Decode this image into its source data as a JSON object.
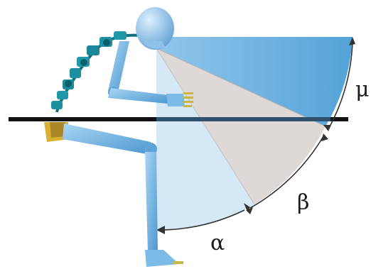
{
  "diagram": {
    "labels": {
      "mu": "μ",
      "beta": "β",
      "alpha": "α"
    },
    "colors": {
      "zone_mu": "#5aa9dc",
      "zone_beta": "#d9d4d2",
      "zone_alpha": "#c9e2f2",
      "figure_body": "#6fb0e0",
      "figure_spine": "#1f8fa0",
      "table_line": "#111111",
      "arc_line": "#333333",
      "hand_accent": "#c8b840",
      "hip_accent": "#d9b030"
    }
  }
}
